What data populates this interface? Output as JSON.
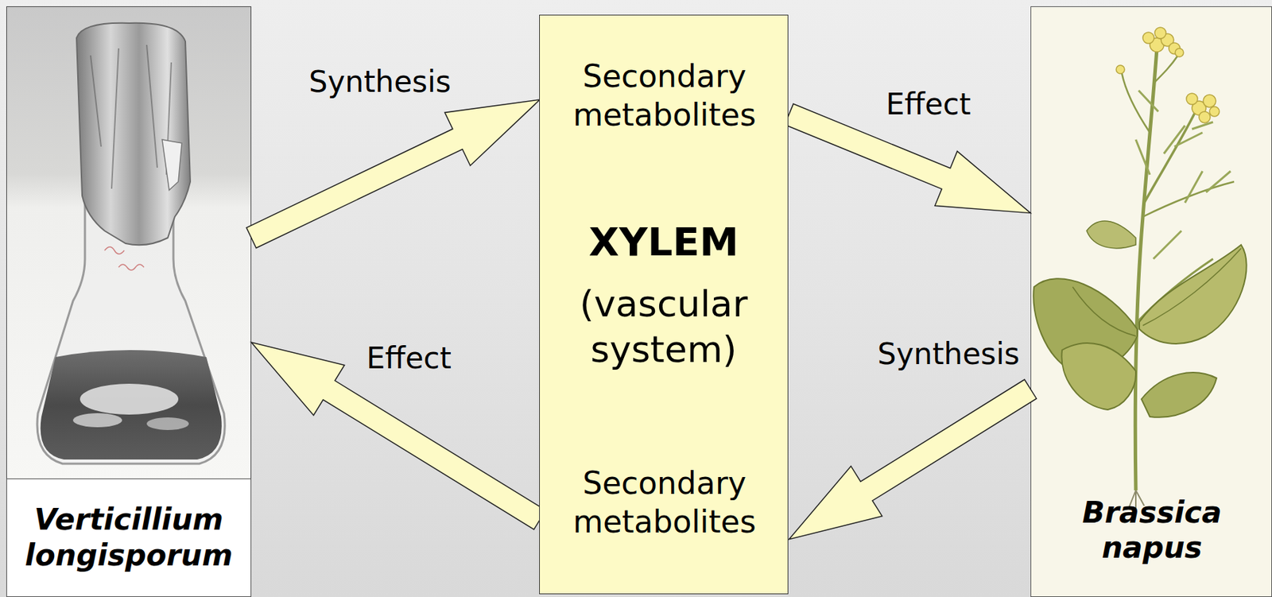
{
  "diagram": {
    "nodes": [
      {
        "text": [
          "Verticillium longisporum"
        ]
      },
      {
        "text": [
          "XYLEM",
          "(vascular system)"
        ]
      },
      {
        "text": [
          "Secondary metabolites"
        ],
        "in": 1
      },
      {
        "text": [
          "Secondary metabolites"
        ],
        "in": 1
      },
      {
        "text": [
          "Brassica napus"
        ]
      }
    ],
    "edges": [
      {
        "from": 0,
        "to": 2,
        "label": "Synthesis",
        "arrow": "to"
      },
      {
        "from": 2,
        "to": 4,
        "label": "Effect",
        "arrow": "to"
      },
      {
        "from": 4,
        "to": 3,
        "label": "Synthesis",
        "arrow": "to"
      },
      {
        "from": 3,
        "to": 0,
        "label": "Effect",
        "arrow": "to"
      }
    ]
  }
}
